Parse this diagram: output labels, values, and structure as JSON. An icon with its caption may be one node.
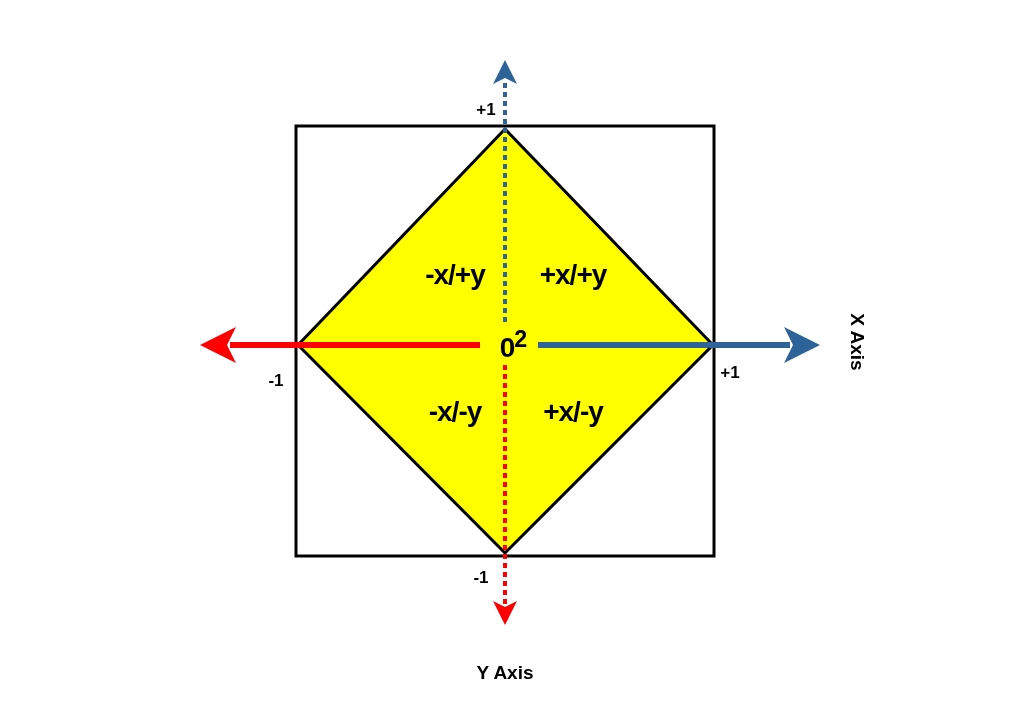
{
  "diagram": {
    "nodes": [
      {
        "text": [
          "-x/+y",
          "+x/+y",
          "0$^{2}$",
          "-x/-y",
          "+x/-y"
        ]
      }
    ],
    "labels": [
      "+1",
      "-1",
      "+1",
      "-1",
      "X Axis",
      "Y Axis"
    ]
  }
}
